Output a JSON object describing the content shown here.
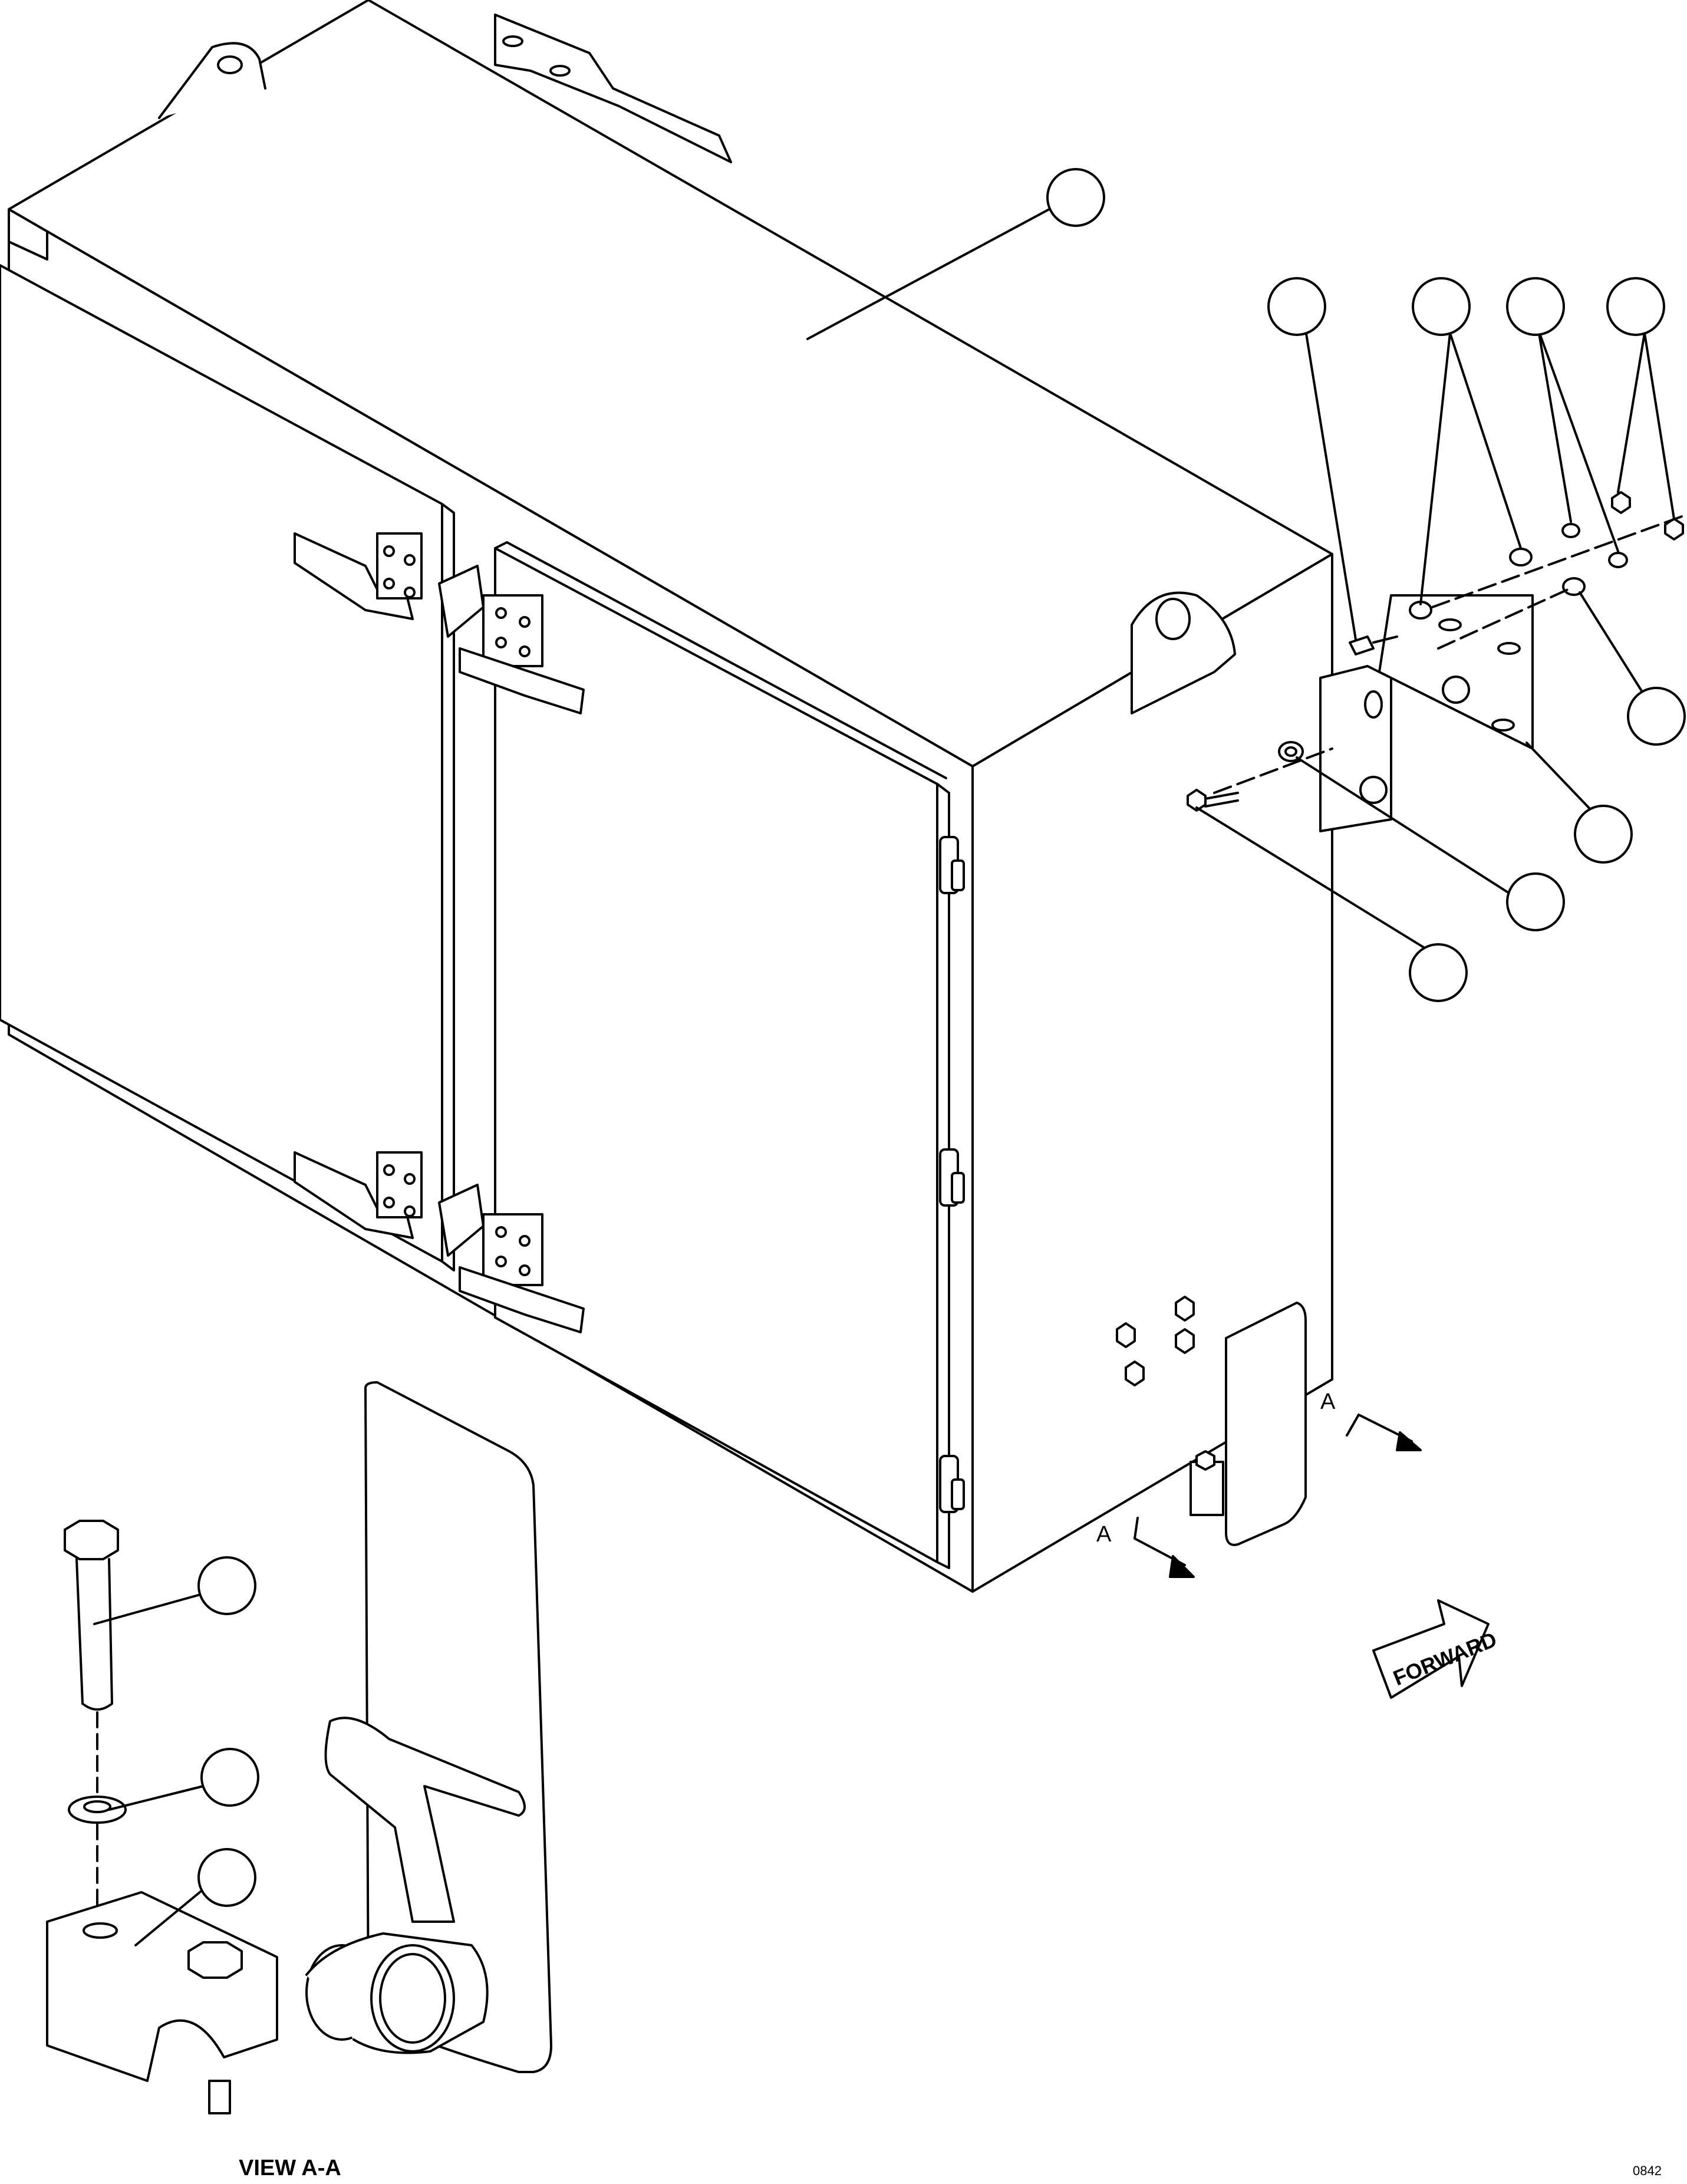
{
  "figure": {
    "section_markers": [
      "A",
      "A"
    ],
    "view_label": "VIEW A-A",
    "direction_label": "FORWARD",
    "figure_code": "0842"
  }
}
